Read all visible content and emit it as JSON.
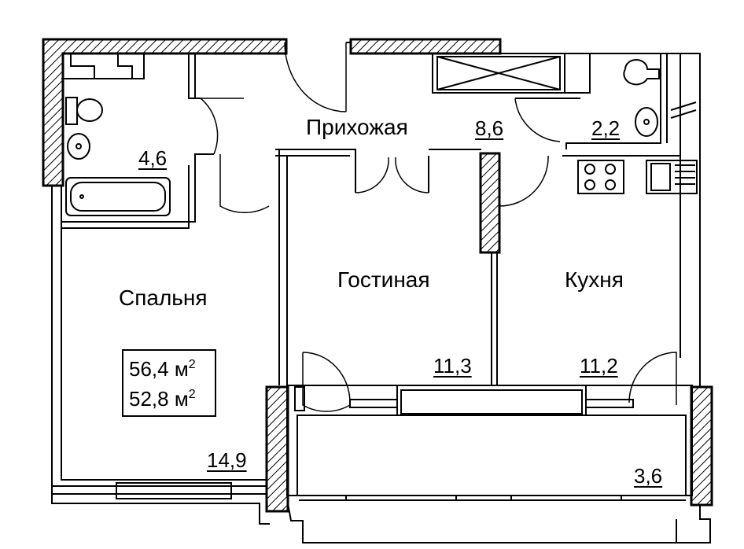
{
  "rooms": {
    "hallway": {
      "name": "Прихожая",
      "area": "8,6"
    },
    "bathroom": {
      "area": "4,6"
    },
    "wc": {
      "area": "2,2"
    },
    "bedroom": {
      "name": "Спальня",
      "area": "14,9"
    },
    "living": {
      "name": "Гостиная",
      "area": "11,3"
    },
    "kitchen": {
      "name": "Кухня",
      "area": "11,2"
    },
    "balcony": {
      "area": "3,6"
    }
  },
  "totals": {
    "total_value": "56,4 м",
    "living_value": "52,8 м",
    "unit_power": "2"
  },
  "colors": {
    "wall": "#000000",
    "background": "#ffffff"
  }
}
